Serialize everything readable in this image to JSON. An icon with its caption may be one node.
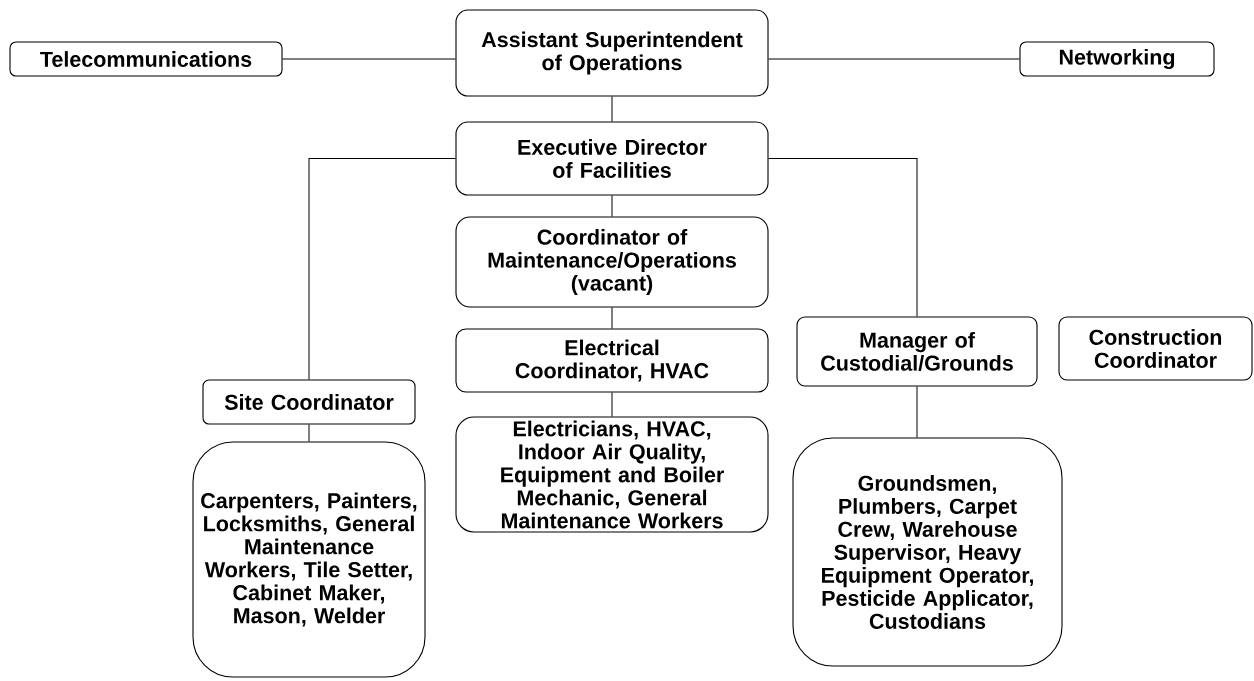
{
  "diagram": {
    "nodes": [
      {
        "text": [
          "Telecommunications"
        ]
      },
      {
        "text": [
          "Assistant Superintendent of Operations"
        ]
      },
      {
        "text": [
          "Networking"
        ]
      },
      {
        "text": [
          "Executive Director of Facilities"
        ]
      },
      {
        "text": [
          "Coordinator of Maintenance/Operations (vacant)"
        ]
      },
      {
        "text": [
          "Site Coordinator"
        ]
      },
      {
        "text": [
          "Electrical Coordinator, HVAC"
        ]
      },
      {
        "text": [
          "Manager of Custodial/Grounds"
        ]
      },
      {
        "text": [
          "Construction Coordinator"
        ]
      },
      {
        "text": [
          "Carpenters, Painters, Locksmiths, General Maintenance Workers, Tile Setter, Cabinet Maker, Mason, Welder"
        ]
      },
      {
        "text": [
          "Electricians, HVAC, Indoor Air Quality, Equipment and Boiler Mechanic, General Maintenance Workers"
        ]
      },
      {
        "text": [
          "Groundsmen, Plumbers, Carpet Crew, Warehouse Supervisor, Heavy Equipment Operator, Pesticide Applicator, Custodians"
        ]
      }
    ],
    "edges": [
      {
        "from": 1,
        "to": 0,
        "arrow": "none"
      },
      {
        "from": 1,
        "to": 2,
        "arrow": "none"
      },
      {
        "from": 1,
        "to": 3,
        "arrow": "none"
      },
      {
        "from": 3,
        "to": 5,
        "arrow": "none"
      },
      {
        "from": 3,
        "to": 4,
        "arrow": "none"
      },
      {
        "from": 3,
        "to": 7,
        "arrow": "none"
      },
      {
        "from": 4,
        "to": 6,
        "arrow": "none"
      },
      {
        "from": 5,
        "to": 9,
        "arrow": "none"
      },
      {
        "from": 6,
        "to": 10,
        "arrow": "none"
      },
      {
        "from": 7,
        "to": 11,
        "arrow": "none"
      }
    ]
  }
}
